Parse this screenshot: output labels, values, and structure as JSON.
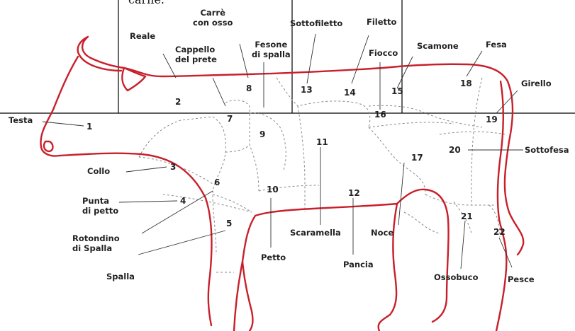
{
  "top_caption": "carne.",
  "parts": [
    {
      "id": "testa",
      "num": "1",
      "name": "Testa"
    },
    {
      "id": "reale",
      "num": "2",
      "name": "Reale"
    },
    {
      "id": "collo",
      "num": "3",
      "name": "Collo"
    },
    {
      "id": "punta",
      "num": "4",
      "name": "Punta di petto"
    },
    {
      "id": "spalla",
      "num": "5",
      "name": "Spalla"
    },
    {
      "id": "rotondino",
      "num": "6",
      "name": "Rotondino di Spalla"
    },
    {
      "id": "cappello",
      "num": "7",
      "name": "Cappello del prete"
    },
    {
      "id": "carre",
      "num": "8",
      "name": "Carrè con osso"
    },
    {
      "id": "fesone",
      "num": "9",
      "name": "Fesone di spalla"
    },
    {
      "id": "petto",
      "num": "10",
      "name": "Petto"
    },
    {
      "id": "scaramella",
      "num": "11",
      "name": "Scaramella"
    },
    {
      "id": "pancia",
      "num": "12",
      "name": "Pancia"
    },
    {
      "id": "sottofiletto",
      "num": "13",
      "name": "Sottofiletto"
    },
    {
      "id": "filetto",
      "num": "14",
      "name": "Filetto"
    },
    {
      "id": "scamone",
      "num": "15",
      "name": "Scamone"
    },
    {
      "id": "fiocco",
      "num": "16",
      "name": "Fiocco"
    },
    {
      "id": "noce",
      "num": "17",
      "name": "Noce"
    },
    {
      "id": "fesa",
      "num": "18",
      "name": "Fesa"
    },
    {
      "id": "girello",
      "num": "19",
      "name": "Girello"
    },
    {
      "id": "sottofesa",
      "num": "20",
      "name": "Sottofesa"
    },
    {
      "id": "ossobuco",
      "num": "21",
      "name": "Ossobuco"
    },
    {
      "id": "pesce",
      "num": "22",
      "name": "Pesce"
    }
  ],
  "label_lines": {
    "carre": [
      "Carrè",
      "con osso"
    ],
    "cappello": [
      "Cappello",
      "del prete"
    ],
    "fesone": [
      "Fesone",
      "di spalla"
    ],
    "punta": [
      "Punta",
      "di petto"
    ],
    "rotondino": [
      "Rotondino",
      "di Spalla"
    ]
  },
  "colors": {
    "outline": "#c8202b",
    "cuts": "#8a8a8a",
    "text": "#222222"
  }
}
